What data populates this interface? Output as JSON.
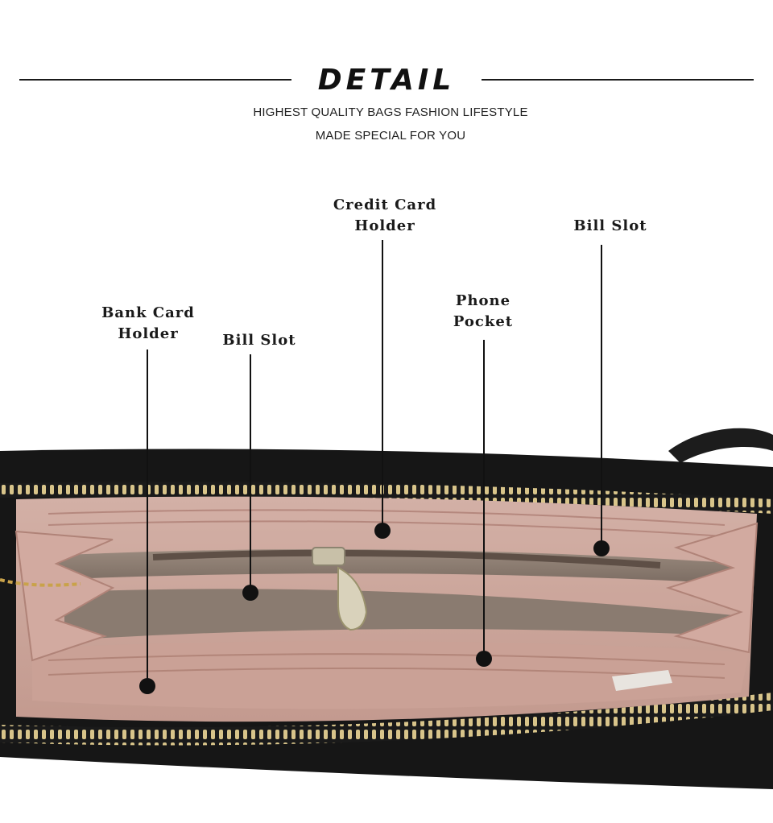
{
  "header": {
    "title": "DETAIL",
    "subtitle_line1": "HIGHEST QUALITY BAGS FASHION LIFESTYLE",
    "subtitle_line2": "MADE SPECIAL FOR YOU"
  },
  "callouts": {
    "credit_card_holder": "Credit Card\nHolder",
    "bill_slot_right": "Bill Slot",
    "phone_pocket": "Phone\nPocket",
    "bank_card_holder": "Bank Card\nHolder",
    "bill_slot_left": "Bill Slot"
  },
  "colors": {
    "wallet_leather": "#1b1b1b",
    "lining_pink": "#c9a49b",
    "lining_fabric": "#8a7a6f",
    "zipper_gold": "#c9a24a"
  }
}
